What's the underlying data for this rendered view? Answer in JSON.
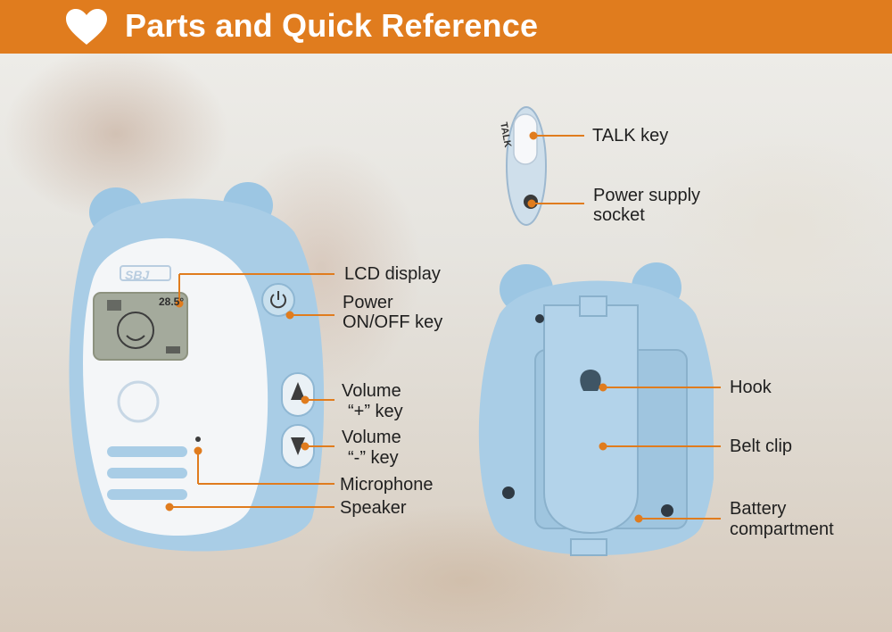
{
  "header": {
    "title": "Parts and Quick Reference"
  },
  "device_front": {
    "brand": "SBJ",
    "lcd_temp": "28.5°",
    "labels": {
      "lcd": "LCD display",
      "power_line1": "Power",
      "power_line2": "ON/OFF key",
      "vol_up_line1": "Volume",
      "vol_up_line2": "“+” key",
      "vol_down_line1": "Volume",
      "vol_down_line2": "“-” key",
      "microphone": "Microphone",
      "speaker": "Speaker"
    }
  },
  "device_side": {
    "talk_text": "TALK",
    "labels": {
      "talk": "TALK key",
      "power_supply_line1": "Power supply",
      "power_supply_line2": "socket"
    }
  },
  "device_back": {
    "labels": {
      "hook": "Hook",
      "belt_clip": "Belt clip",
      "battery_line1": "Battery",
      "battery_line2": "compartment"
    }
  },
  "colors": {
    "header": "#e07c1e",
    "leader_line": "#e07c1e",
    "device_blue": "#a9cde6"
  }
}
